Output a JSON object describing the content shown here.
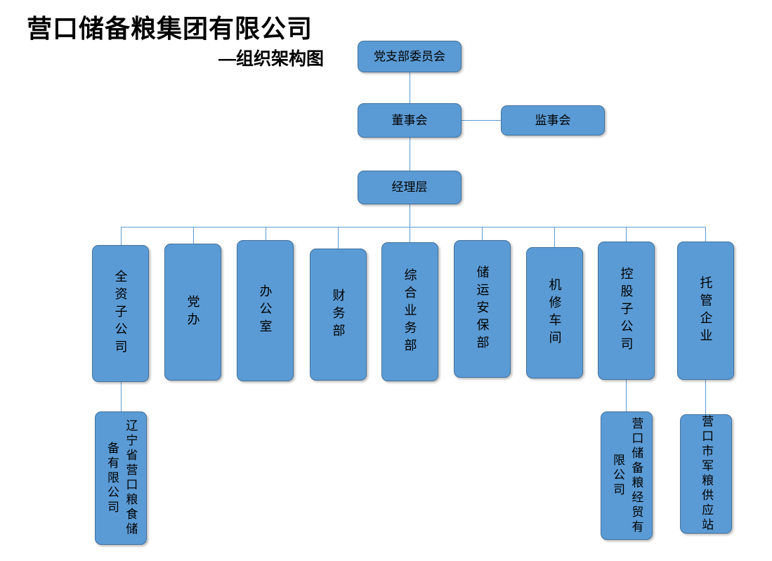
{
  "header": {
    "title": "营口储备粮集团有限公司",
    "subtitle": "—组织架构图"
  },
  "colors": {
    "node_fill": "#5B9BD5",
    "node_border": "#41719C",
    "connector": "#5B9BD5",
    "text": "#000000",
    "background": "#FFFFFF"
  },
  "chart_data": {
    "type": "diagram",
    "diagram_kind": "org-chart",
    "title": "营口储备粮集团有限公司",
    "subtitle": "—组织架构图",
    "nodes": [
      {
        "id": "party_committee",
        "label": "党支部委员会",
        "level": 0,
        "orientation": "horizontal"
      },
      {
        "id": "board_directors",
        "label": "董事会",
        "level": 1,
        "orientation": "horizontal"
      },
      {
        "id": "board_supervisors",
        "label": "监事会",
        "level": 1,
        "orientation": "horizontal"
      },
      {
        "id": "management",
        "label": "经理层",
        "level": 2,
        "orientation": "horizontal"
      },
      {
        "id": "dept_1",
        "label": "全资子公司",
        "level": 3,
        "orientation": "vertical"
      },
      {
        "id": "dept_2",
        "label": "党办",
        "level": 3,
        "orientation": "vertical"
      },
      {
        "id": "dept_3",
        "label": "办公室",
        "level": 3,
        "orientation": "vertical"
      },
      {
        "id": "dept_4",
        "label": "财务部",
        "level": 3,
        "orientation": "vertical"
      },
      {
        "id": "dept_5",
        "label": "综合业务部",
        "level": 3,
        "orientation": "vertical"
      },
      {
        "id": "dept_6",
        "label": "储运安保部",
        "level": 3,
        "orientation": "vertical"
      },
      {
        "id": "dept_7",
        "label": "机修车间",
        "level": 3,
        "orientation": "vertical"
      },
      {
        "id": "dept_8",
        "label": "控股子公司",
        "level": 3,
        "orientation": "vertical"
      },
      {
        "id": "dept_9",
        "label": "托管企业",
        "level": 3,
        "orientation": "vertical"
      },
      {
        "id": "leaf_1",
        "label": "辽宁省营口粮食储备有限公司",
        "level": 4,
        "orientation": "vertical"
      },
      {
        "id": "leaf_2",
        "label": "营口储备粮经贸有限公司",
        "level": 4,
        "orientation": "vertical"
      },
      {
        "id": "leaf_3",
        "label": "营口市军粮供应站",
        "level": 4,
        "orientation": "vertical"
      }
    ],
    "edges": [
      {
        "from": "party_committee",
        "to": "board_directors"
      },
      {
        "from": "board_directors",
        "to": "board_supervisors"
      },
      {
        "from": "board_directors",
        "to": "management"
      },
      {
        "from": "management",
        "to": "dept_1"
      },
      {
        "from": "management",
        "to": "dept_2"
      },
      {
        "from": "management",
        "to": "dept_3"
      },
      {
        "from": "management",
        "to": "dept_4"
      },
      {
        "from": "management",
        "to": "dept_5"
      },
      {
        "from": "management",
        "to": "dept_6"
      },
      {
        "from": "management",
        "to": "dept_7"
      },
      {
        "from": "management",
        "to": "dept_8"
      },
      {
        "from": "management",
        "to": "dept_9"
      },
      {
        "from": "dept_1",
        "to": "leaf_1"
      },
      {
        "from": "dept_8",
        "to": "leaf_2"
      },
      {
        "from": "dept_9",
        "to": "leaf_3"
      }
    ]
  }
}
